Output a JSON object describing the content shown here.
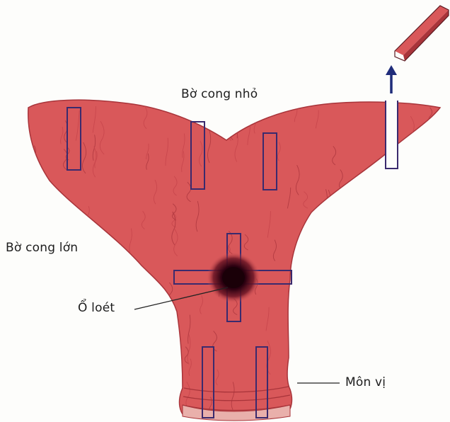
{
  "labels": {
    "lesser_curvature": "Bờ cong nhỏ",
    "greater_curvature": "Bờ cong lớn",
    "ulcer": "Ổ loét",
    "pylorus": "Môn vị"
  },
  "colors": {
    "stomach_fill": "#d9585a",
    "stomach_edge": "#a8343a",
    "strip_outline": "#3a2a6e",
    "arrow": "#1f2c7a",
    "ulcer_core": "#1a0008",
    "removed_strip": "#d9585a",
    "pylorus_rim": "#e9b0ab",
    "background": "#fdfdfb"
  },
  "icons": {
    "removal_arrow": "arrow-up-icon",
    "removed_strip": "tissue-strip-icon"
  }
}
